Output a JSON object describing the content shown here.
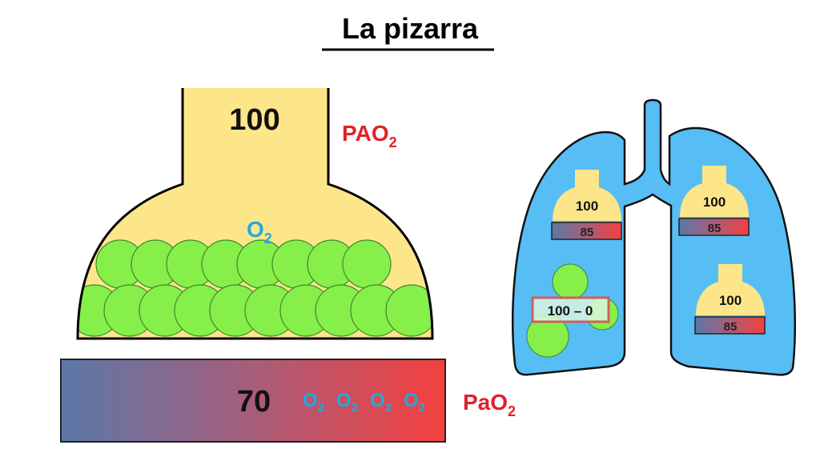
{
  "title": "La pizarra",
  "alveolus": {
    "value": "100",
    "label_main": "PAO",
    "label_sub": "2",
    "gas_main": "O",
    "gas_sub": "2"
  },
  "capillary": {
    "value": "70",
    "gas_main": "O",
    "gas_sub": "2",
    "gas_count": 4,
    "label_main": "PaO",
    "label_sub": "2"
  },
  "lungs": {
    "units": [
      {
        "alveolar": "100",
        "arterial": "85"
      },
      {
        "alveolar": "100",
        "arterial": "85"
      },
      {
        "alveolar": "100",
        "arterial": "85"
      }
    ],
    "shunt_label": "100 – 0"
  },
  "colors": {
    "alveolus": "#fde68a",
    "alveolus_fluid": "#86ef4a",
    "lung": "#56bdf5",
    "red": "#e0202a",
    "blue": "#22a9e0",
    "blood_start": "#5b78a8",
    "blood_end": "#f5403f"
  }
}
